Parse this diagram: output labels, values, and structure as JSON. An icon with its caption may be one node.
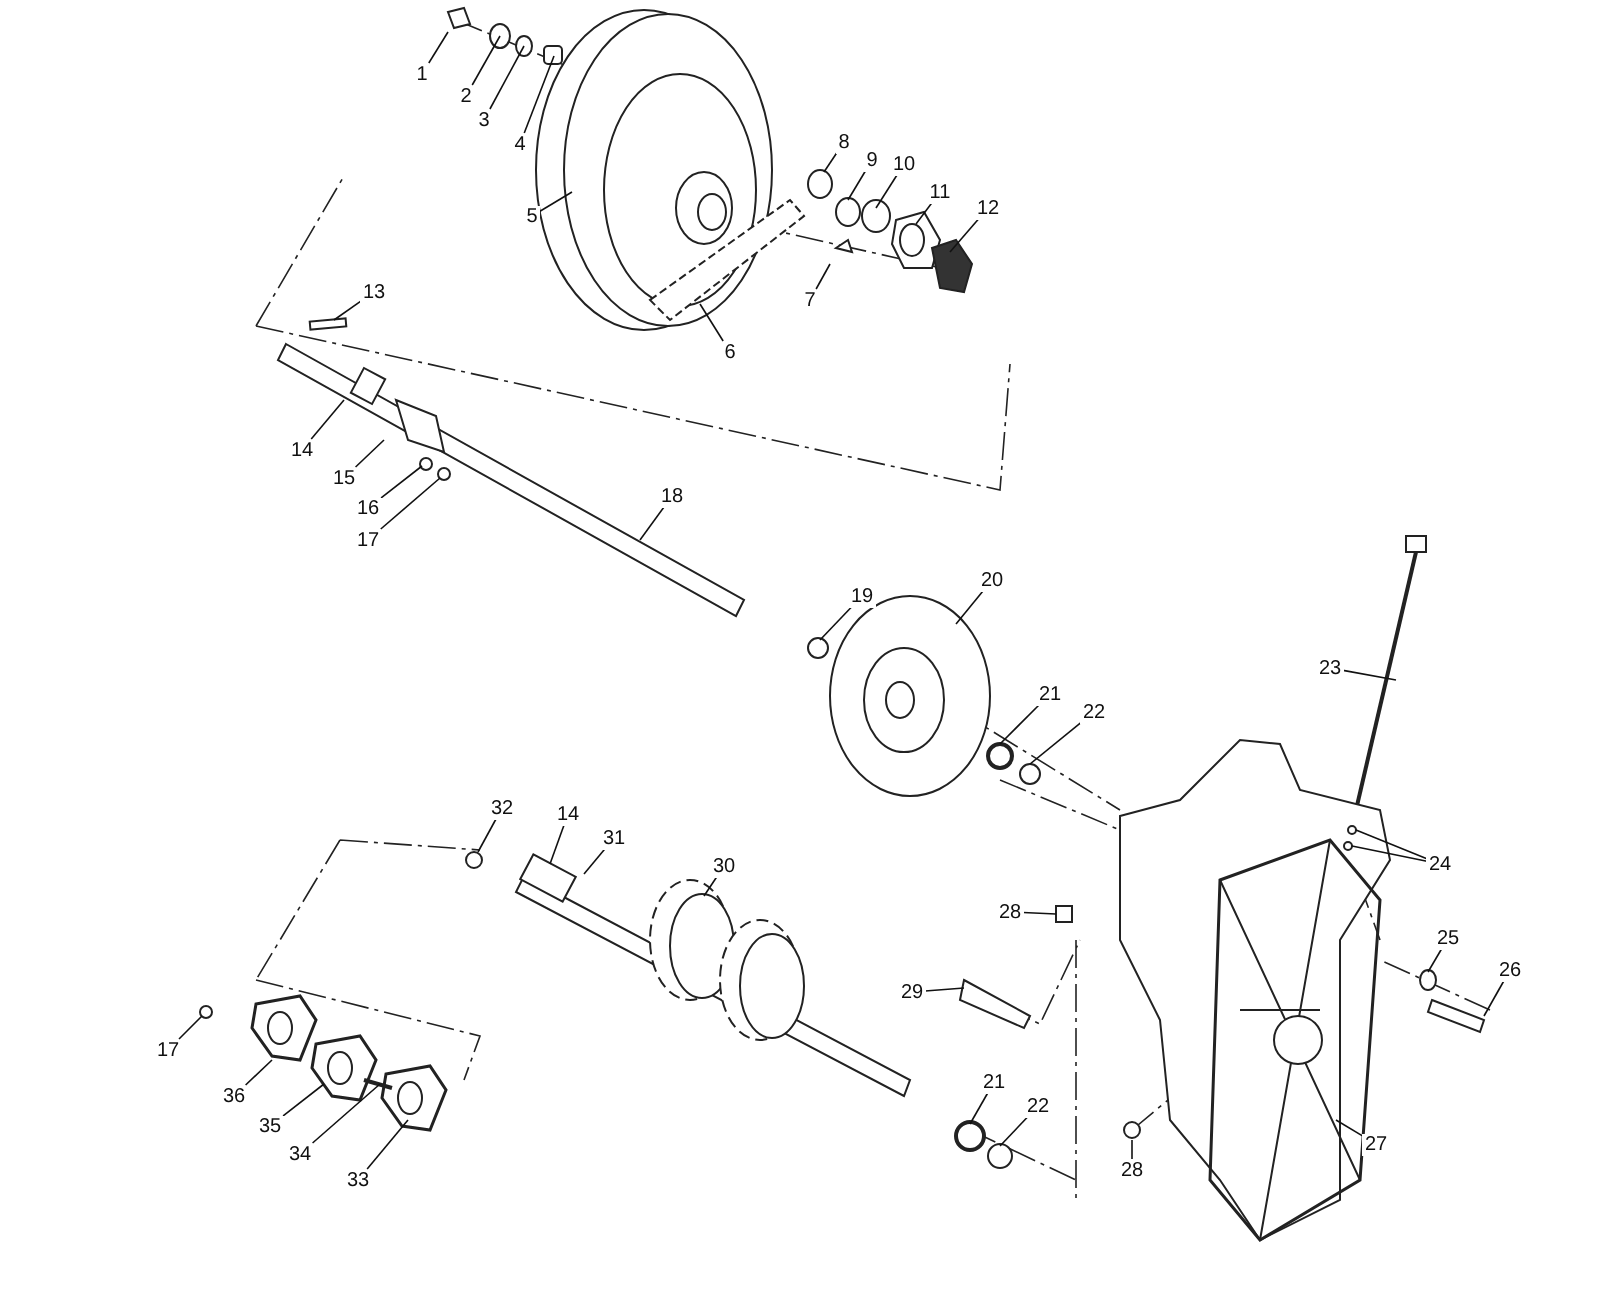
{
  "diagram": {
    "nodes": [
      {
        "text": [
          "1"
        ]
      },
      {
        "text": [
          "2"
        ]
      },
      {
        "text": [
          "3"
        ]
      },
      {
        "text": [
          "4"
        ]
      },
      {
        "text": [
          "5"
        ]
      },
      {
        "text": [
          "6"
        ]
      },
      {
        "text": [
          "7"
        ]
      },
      {
        "text": [
          "8"
        ]
      },
      {
        "text": [
          "9"
        ]
      },
      {
        "text": [
          "10"
        ]
      },
      {
        "text": [
          "11"
        ]
      },
      {
        "text": [
          "12"
        ]
      },
      {
        "text": [
          "13"
        ]
      },
      {
        "text": [
          "14"
        ]
      },
      {
        "text": [
          "15"
        ]
      },
      {
        "text": [
          "16"
        ]
      },
      {
        "text": [
          "17"
        ]
      },
      {
        "text": [
          "18"
        ]
      },
      {
        "text": [
          "19"
        ]
      },
      {
        "text": [
          "20"
        ]
      },
      {
        "text": [
          "21"
        ]
      },
      {
        "text": [
          "22"
        ]
      },
      {
        "text": [
          "23"
        ]
      },
      {
        "text": [
          "24"
        ]
      },
      {
        "text": [
          "25"
        ]
      },
      {
        "text": [
          "26"
        ]
      },
      {
        "text": [
          "27"
        ]
      },
      {
        "text": [
          "28"
        ]
      },
      {
        "text": [
          "29"
        ]
      },
      {
        "text": [
          "30"
        ]
      },
      {
        "text": [
          "31"
        ]
      },
      {
        "text": [
          "14"
        ]
      },
      {
        "text": [
          "32"
        ]
      },
      {
        "text": [
          "17"
        ]
      },
      {
        "text": [
          "36"
        ]
      },
      {
        "text": [
          "35"
        ]
      },
      {
        "text": [
          "34"
        ]
      },
      {
        "text": [
          "33"
        ]
      },
      {
        "text": [
          "21"
        ]
      },
      {
        "text": [
          "22"
        ]
      },
      {
        "text": [
          "28"
        ]
      }
    ],
    "edges": [
      {
        "from": 0,
        "to": null,
        "arrow": "none"
      },
      {
        "from": 1,
        "to": null,
        "arrow": "none"
      },
      {
        "from": 2,
        "to": null,
        "arrow": "none"
      },
      {
        "from": 3,
        "to": null,
        "arrow": "none"
      },
      {
        "from": 4,
        "to": null,
        "arrow": "none"
      },
      {
        "from": 5,
        "to": null,
        "arrow": "none"
      },
      {
        "from": 6,
        "to": null,
        "arrow": "none"
      },
      {
        "from": 7,
        "to": null,
        "arrow": "none"
      },
      {
        "from": 8,
        "to": null,
        "arrow": "none"
      },
      {
        "from": 9,
        "to": null,
        "arrow": "none"
      },
      {
        "from": 10,
        "to": null,
        "arrow": "none"
      },
      {
        "from": 11,
        "to": null,
        "arrow": "none"
      },
      {
        "from": 12,
        "to": null,
        "arrow": "none"
      },
      {
        "from": 13,
        "to": null,
        "arrow": "none"
      },
      {
        "from": 14,
        "to": null,
        "arrow": "none"
      },
      {
        "from": 15,
        "to": null,
        "arrow": "none"
      },
      {
        "from": 16,
        "to": null,
        "arrow": "none"
      },
      {
        "from": 17,
        "to": null,
        "arrow": "none"
      },
      {
        "from": 18,
        "to": null,
        "arrow": "none"
      },
      {
        "from": 19,
        "to": null,
        "arrow": "none"
      },
      {
        "from": 20,
        "to": null,
        "arrow": "none"
      },
      {
        "from": 21,
        "to": null,
        "arrow": "none"
      },
      {
        "from": 22,
        "to": null,
        "arrow": "none"
      },
      {
        "from": 23,
        "to": null,
        "arrow": "none"
      },
      {
        "from": 23,
        "to": null,
        "arrow": "none"
      },
      {
        "from": 24,
        "to": null,
        "arrow": "none"
      },
      {
        "from": 25,
        "to": null,
        "arrow": "none"
      },
      {
        "from": 26,
        "to": null,
        "arrow": "none"
      },
      {
        "from": 27,
        "to": null,
        "arrow": "none"
      },
      {
        "from": 28,
        "to": null,
        "arrow": "none"
      },
      {
        "from": 29,
        "to": null,
        "arrow": "none"
      },
      {
        "from": 30,
        "to": null,
        "arrow": "none"
      },
      {
        "from": 31,
        "to": null,
        "arrow": "none"
      },
      {
        "from": 32,
        "to": null,
        "arrow": "none"
      },
      {
        "from": 33,
        "to": null,
        "arrow": "none"
      },
      {
        "from": 34,
        "to": null,
        "arrow": "none"
      },
      {
        "from": 35,
        "to": null,
        "arrow": "none"
      },
      {
        "from": 36,
        "to": null,
        "arrow": "none"
      },
      {
        "from": 37,
        "to": null,
        "arrow": "none"
      },
      {
        "from": 38,
        "to": null,
        "arrow": "none"
      },
      {
        "from": 39,
        "to": null,
        "arrow": "none"
      },
      {
        "from": 40,
        "to": null,
        "arrow": "none"
      }
    ]
  }
}
